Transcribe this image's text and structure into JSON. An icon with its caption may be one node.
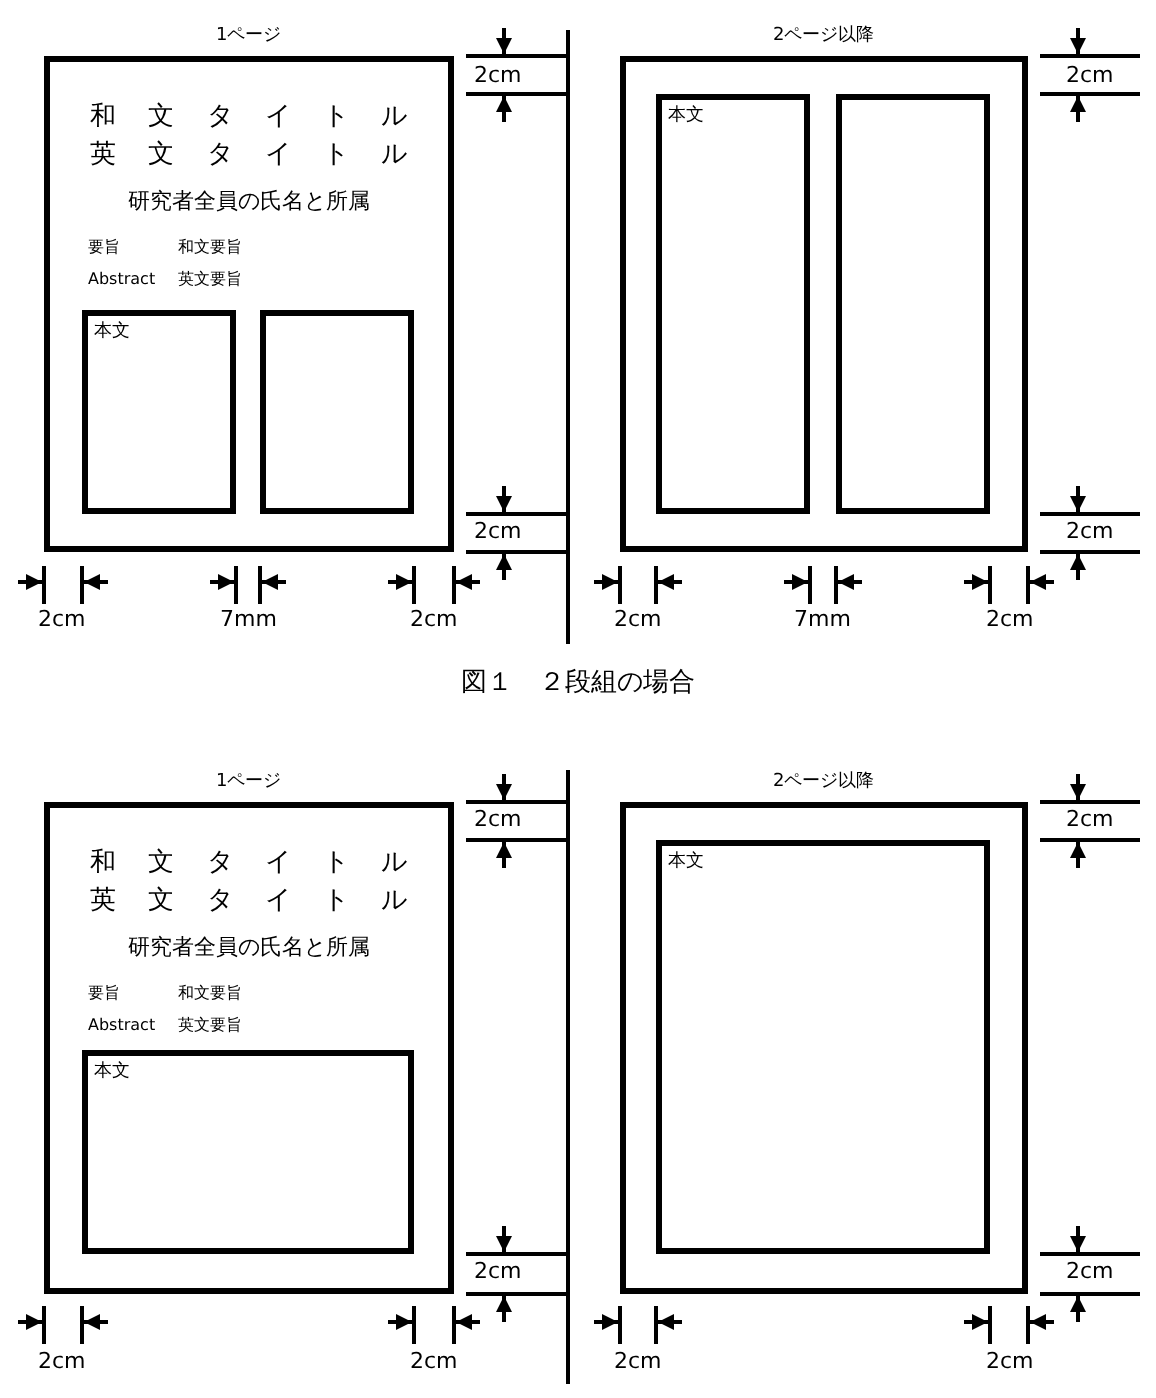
{
  "diagram": {
    "caption": "図１　２段組の場合",
    "nodes": [
      {
        "text": [
          "1ページ",
          "和 文 タ イ ト ル",
          "英 文 タ イ ト ル",
          "研究者全員の氏名と所属",
          "要旨",
          "和文要旨",
          "Abstract",
          "英文要旨"
        ]
      },
      {
        "text": [
          "本文"
        ],
        "in": 0
      },
      {
        "text": [],
        "shape": "box",
        "in": 0
      },
      {
        "text": [
          "2ページ以降"
        ]
      },
      {
        "text": [
          "本文"
        ],
        "in": 3
      },
      {
        "text": [],
        "shape": "box",
        "in": 3
      },
      {
        "text": [
          "1ページ",
          "和 文 タ イ ト ル",
          "英 文 タ イ ト ル",
          "研究者全員の氏名と所属",
          "要旨",
          "和文要旨",
          "Abstract",
          "英文要旨"
        ]
      },
      {
        "text": [
          "本文"
        ],
        "in": 6
      },
      {
        "text": [
          "2ページ以降"
        ]
      },
      {
        "text": [
          "本文"
        ],
        "in": 8
      }
    ],
    "labels": [
      "2cm",
      "2cm",
      "2cm",
      "2cm",
      "2cm",
      "7mm",
      "2cm",
      "2cm",
      "7mm",
      "2cm",
      "2cm",
      "2cm",
      "2cm",
      "2cm",
      "2cm",
      "2cm",
      "2cm",
      "2cm"
    ]
  }
}
